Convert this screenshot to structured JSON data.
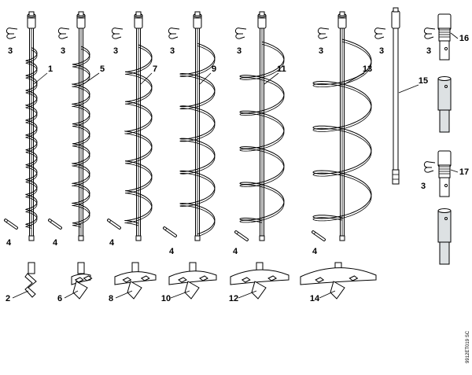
{
  "diagram": {
    "doc_id": "9912ET019 SC",
    "augers": [
      {
        "label": "1",
        "tip_label": "2",
        "clip_label": "3",
        "pin_label": "4",
        "radius": 7,
        "turns": 12
      },
      {
        "label": "5",
        "tip_label": "6",
        "clip_label": "3",
        "pin_label": "4",
        "radius": 11,
        "turns": 9
      },
      {
        "label": "7",
        "tip_label": "8",
        "clip_label": "3",
        "pin_label": "4",
        "radius": 17,
        "turns": 6
      },
      {
        "label": "9",
        "tip_label": "10",
        "clip_label": "3",
        "pin_label": "4",
        "radius": 22,
        "turns": 5.5
      },
      {
        "label": "11",
        "tip_label": "12",
        "clip_label": "3",
        "pin_label": "4",
        "radius": 28,
        "turns": 5
      },
      {
        "label": "13",
        "tip_label": "14",
        "clip_label": "3",
        "pin_label": "4",
        "radius": 37,
        "turns": 4
      }
    ],
    "extension": {
      "label": "15",
      "clip_label": "3"
    },
    "adapters": [
      {
        "label": "16",
        "clip_label": "3"
      },
      {
        "label": "17",
        "clip_label": "3"
      }
    ]
  }
}
